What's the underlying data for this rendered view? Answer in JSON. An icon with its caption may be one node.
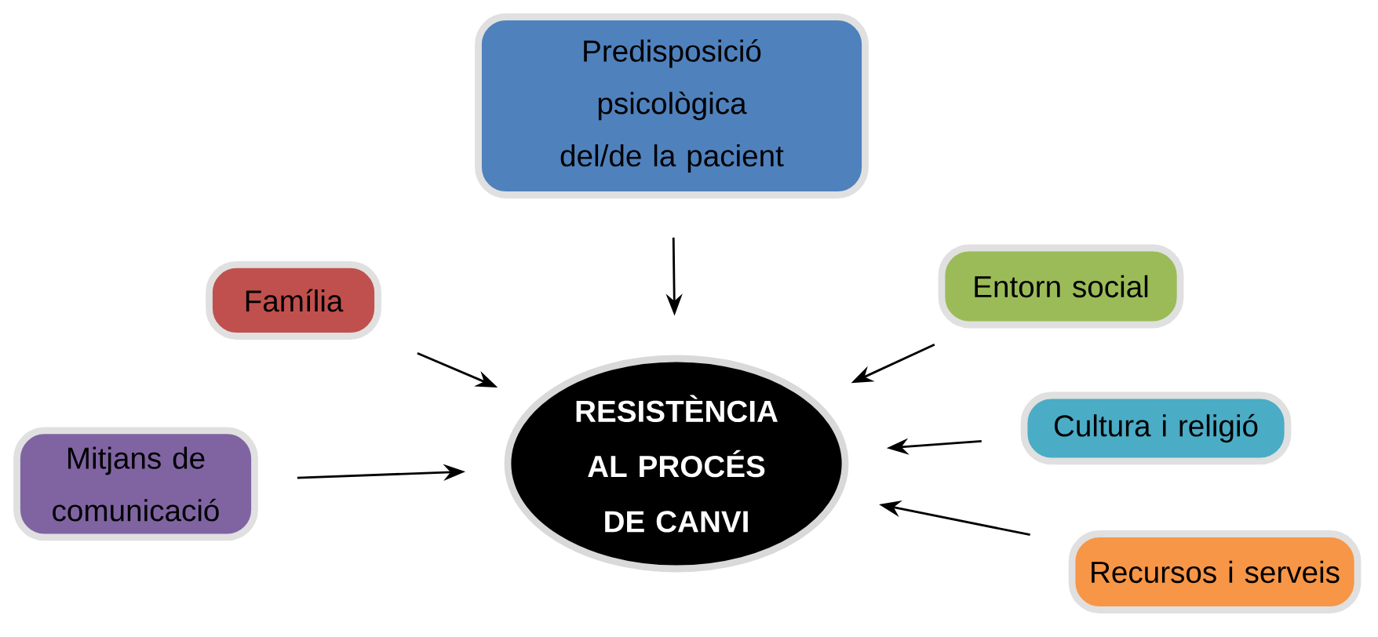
{
  "diagram": {
    "nodes": [
      {
        "text": [
          "Predisposició psicològica del/de la pacient"
        ]
      },
      {
        "text": [
          "Família"
        ]
      },
      {
        "text": [
          "Entorn social"
        ]
      },
      {
        "text": [
          "RESISTÈNCIA AL PROCÉS DE CANVI"
        ]
      },
      {
        "text": [
          "Cultura i religió"
        ]
      },
      {
        "text": [
          "Mitjans de comunicació"
        ]
      },
      {
        "text": [
          "Recursos i serveis"
        ]
      }
    ],
    "edges": [
      {
        "from": 0,
        "to": 3,
        "arrow": "to"
      },
      {
        "from": 1,
        "to": 3,
        "arrow": "to"
      },
      {
        "from": 2,
        "to": 3,
        "arrow": "to"
      },
      {
        "from": 4,
        "to": 3,
        "arrow": "to"
      },
      {
        "from": 5,
        "to": 3,
        "arrow": "to"
      },
      {
        "from": 6,
        "to": 3,
        "arrow": "to"
      }
    ]
  }
}
